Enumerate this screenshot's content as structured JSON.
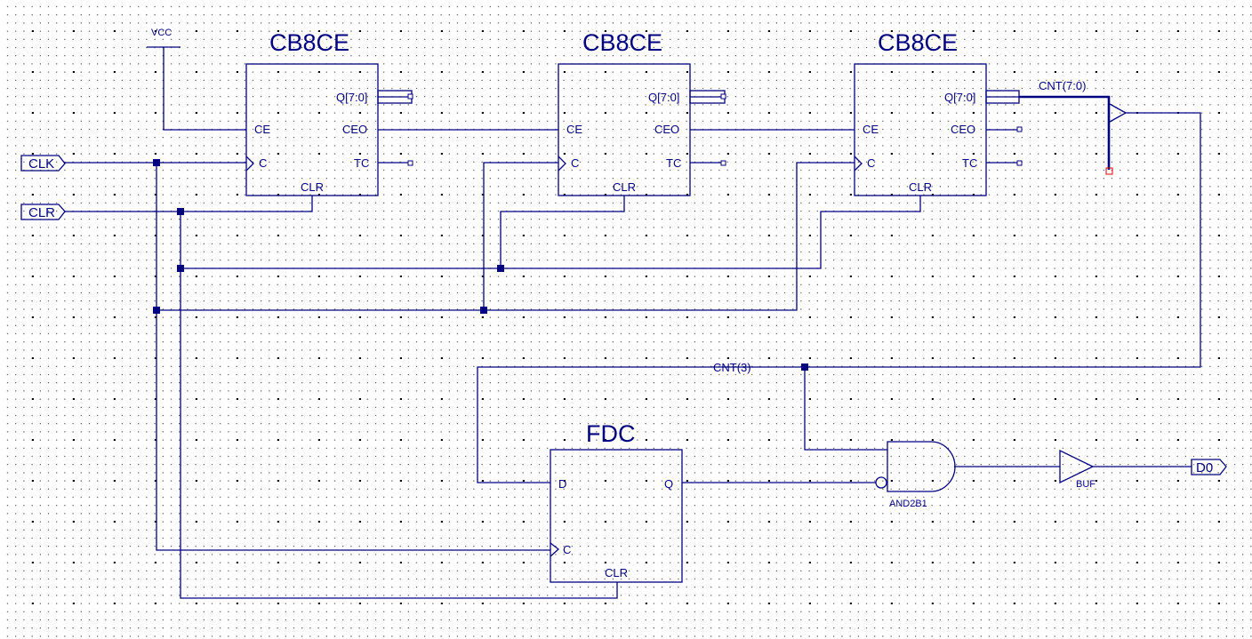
{
  "schematic": {
    "colors": {
      "wire": "#000080",
      "grid_dot": "#000000",
      "error_marker": "#e00000",
      "background": "#ffffff"
    },
    "power": {
      "label": "VCC"
    },
    "ports": {
      "clk": {
        "label": "CLK",
        "direction": "input"
      },
      "clr": {
        "label": "CLR",
        "direction": "input"
      },
      "d0": {
        "label": "D0",
        "direction": "output"
      }
    },
    "counters": [
      {
        "type": "CB8CE",
        "pins": {
          "q": "Q[7:0]",
          "ce": "CE",
          "ceo": "CEO",
          "c": "C",
          "tc": "TC",
          "clr": "CLR"
        }
      },
      {
        "type": "CB8CE",
        "pins": {
          "q": "Q[7:0]",
          "ce": "CE",
          "ceo": "CEO",
          "c": "C",
          "tc": "TC",
          "clr": "CLR"
        }
      },
      {
        "type": "CB8CE",
        "pins": {
          "q": "Q[7:0]",
          "ce": "CE",
          "ceo": "CEO",
          "c": "C",
          "tc": "TC",
          "clr": "CLR"
        }
      }
    ],
    "flipflop": {
      "type": "FDC",
      "pins": {
        "d": "D",
        "q": "Q",
        "c": "C",
        "clr": "CLR"
      }
    },
    "gates": {
      "and": {
        "type": "AND2B1"
      },
      "buf": {
        "type": "BUF"
      }
    },
    "nets": {
      "bus": "CNT(7:0)",
      "tap": "CNT(3)"
    }
  }
}
